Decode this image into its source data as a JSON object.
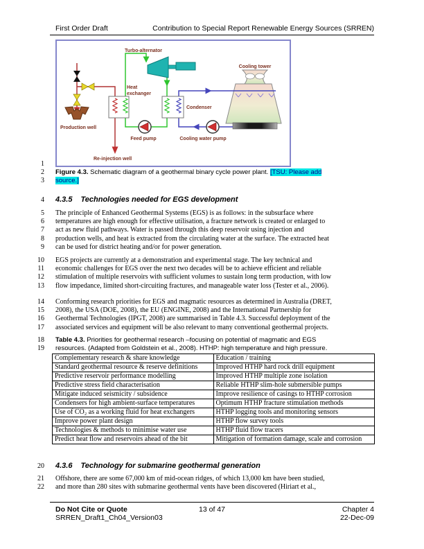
{
  "header": {
    "left": "First Order Draft",
    "right": "Contribution to Special Report Renewable Energy Sources (SRREN)"
  },
  "figure": {
    "labels": {
      "turbo_alternator": "Turbo-alternator",
      "heat_1": "Heat",
      "heat_2": "exchanger",
      "condenser": "Condenser",
      "cooling_tower": "Cooling tower",
      "production_well": "Production well",
      "feed_pump": "Feed pump",
      "cooling_water_pump": "Cooling water pump",
      "reinjection_well": "Re-injection well"
    },
    "colors": {
      "border": "#8486cc",
      "turbine_teal": "#1fb3b0",
      "hot_line_red": "#b13434",
      "working_line_green": "#2ec52e",
      "cooling_line_blue": "#4545bb",
      "valve_yellow": "#e8d82a",
      "label_brown": "#7a2f1f",
      "tsu_highlight": "#00e6e6"
    }
  },
  "caption": {
    "num1": "1",
    "num2": "2",
    "num3": "3",
    "bold": "Figure 4.3.",
    "text": " Schematic diagram of a geothermal binary cycle power plant. ",
    "tsu1": "[TSU: Please add",
    "tsu2": "source.]"
  },
  "h435": {
    "num": "4",
    "number": "4.3.5",
    "title": "Technologies needed for EGS development"
  },
  "p1": [
    {
      "n": "5",
      "t": "The principle of Enhanced Geothermal Systems (EGS) is as follows: in the subsurface where"
    },
    {
      "n": "6",
      "t": "temperatures are high enough for effective utilisation, a fracture network is created or enlarged to"
    },
    {
      "n": "7",
      "t": "act as new fluid pathways. Water is passed through this deep reservoir using injection and"
    },
    {
      "n": "8",
      "t": "production wells, and heat is extracted from the circulating water at the surface. The extracted heat"
    },
    {
      "n": "9",
      "t": "can be used for district heating and/or for power generation."
    }
  ],
  "p2": [
    {
      "n": "10",
      "t": "EGS projects are currently at a demonstration and experimental stage. The key technical and"
    },
    {
      "n": "11",
      "t": "economic challenges for EGS over the next two decades will be to achieve efficient and reliable"
    },
    {
      "n": "12",
      "t": "stimulation of multiple reservoirs with sufficient volumes to sustain long term production, with low"
    },
    {
      "n": "13",
      "t": "flow impedance, limited short-circuiting fractures, and manageable water loss (Tester et al., 2006)."
    }
  ],
  "p3": [
    {
      "n": "14",
      "t": "Conforming research priorities for EGS and magmatic resources as determined in Australia (DRET,"
    },
    {
      "n": "15",
      "t": "2008), the USA (DOE, 2008), the EU (ENGINE, 2008) and the International Partnership for"
    },
    {
      "n": "16",
      "t": "Geothermal Technologies (IPGT, 2008) are summarised in Table 4.3. Successful deployment of the"
    },
    {
      "n": "17",
      "t": "associated services and equipment will be also relevant to many conventional geothermal projects."
    }
  ],
  "tcap": {
    "n1": "18",
    "bold": "Table 4.3.",
    "line1": " Priorities for geothermal research –focusing on potential of magmatic and EGS",
    "n2": "19",
    "line2": "resources. (Adapted from Goldstein et al., 2008). HTHP: high temperature and high pressure."
  },
  "table": {
    "rows": [
      [
        "Complementary research & share knowledge",
        "Education / training"
      ],
      [
        "Standard geothermal resource & reserve definitions",
        "Improved HTHP hard rock drill equipment"
      ],
      [
        "Predictive reservoir performance modelling",
        "Improved HTHP multiple zone isolation"
      ],
      [
        "Predictive stress field characterisation",
        "Reliable HTHP slim-hole submersible pumps"
      ],
      [
        "Mitigate induced seismicity / subsidence",
        "Improve resilience of casings to HTHP corrosion"
      ],
      [
        "Condensers for high ambient-surface temperatures",
        "Optimum HTHP fracture stimulation methods"
      ],
      [
        "Use of CO₂ as a working fluid for heat exchangers",
        "HTHP logging tools and monitoring sensors"
      ],
      [
        "Improve power plant design",
        "HTHP flow survey tools"
      ],
      [
        "Technologies & methods to minimise water use",
        "HTHP fluid flow tracers"
      ],
      [
        "Predict heat flow and reservoirs ahead of the bit",
        "Mitigation of formation damage, scale and corrosion"
      ]
    ]
  },
  "h436": {
    "num": "20",
    "number": "4.3.6",
    "title": "Technology for submarine geothermal generation"
  },
  "p4": [
    {
      "n": "21",
      "t": "Offshore, there are some 67,000 km of mid-ocean ridges, of which 13,000 km have been studied,"
    },
    {
      "n": "22",
      "t": "and more than 280 sites with submarine geothermal vents have been discovered (Hiriart et al.,"
    }
  ],
  "footer": {
    "left1": "Do Not Cite or Quote",
    "left2": "SRREN_Draft1_Ch04_Version03",
    "center": "13 of 47",
    "right1": "Chapter 4",
    "right2": "22-Dec-09"
  }
}
